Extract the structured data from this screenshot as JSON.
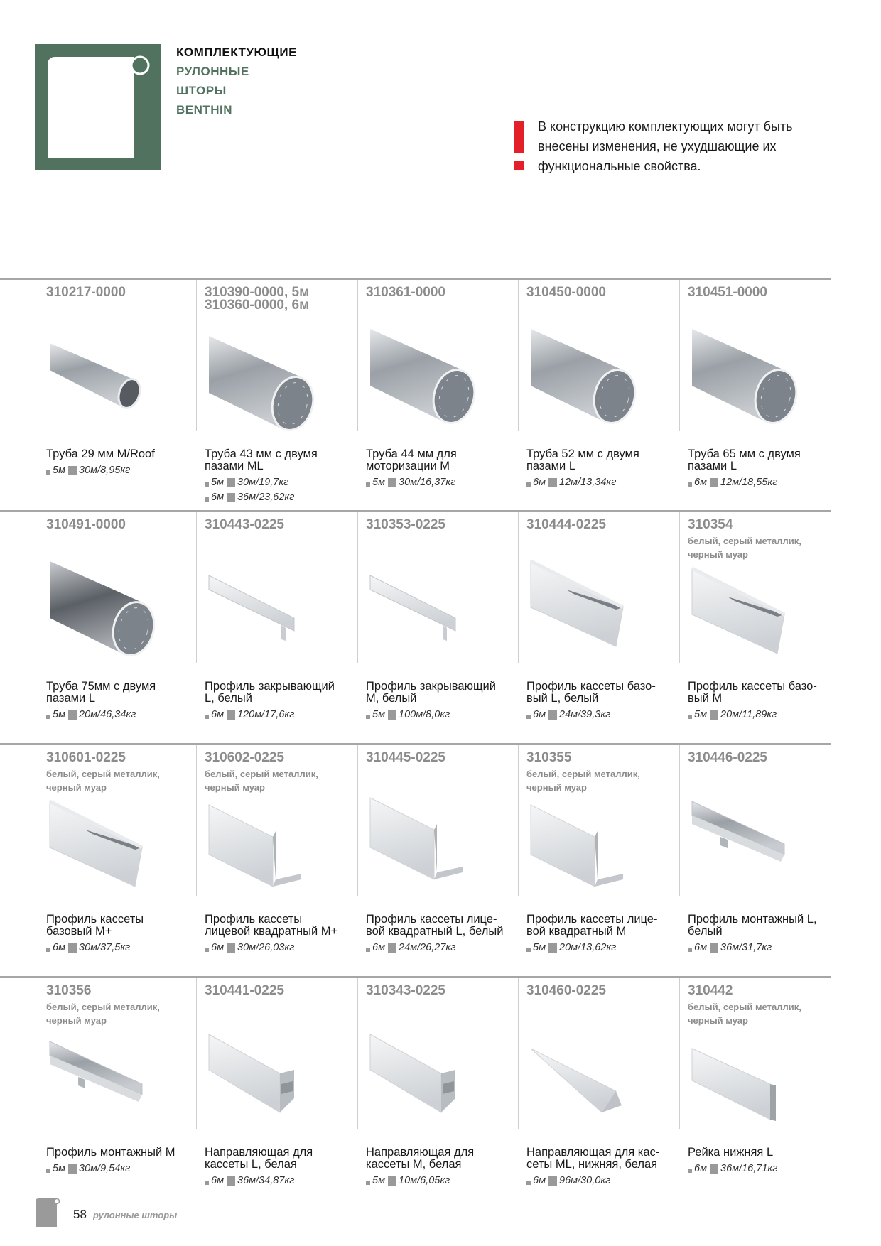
{
  "header": {
    "title_lines": [
      "КОМПЛЕКТУЮЩИЕ",
      "РУЛОННЫЕ",
      "ШТОРЫ",
      "BENTHIN"
    ],
    "brand_color": "#527260",
    "logo_icon": "roller-blind-logo-icon"
  },
  "notice": {
    "lines": [
      "В конструкцию комплектующих могут быть",
      "внесены изменения, не ухудшающие их",
      "функциональные свойства."
    ],
    "accent_color": "#e3202a"
  },
  "items": [
    {
      "code": [
        "310217-0000"
      ],
      "image": "tube-icon",
      "name": [
        "Труба 29 мм M/Roof"
      ],
      "specs": [
        {
          "len": "5м",
          "pack": "30м/8,95кг"
        }
      ]
    },
    {
      "code": [
        "310390-0000, 5м",
        "310360-0000, 6м"
      ],
      "image": "grooved-tube-icon",
      "name": [
        "Труба 43 мм с двумя",
        "пазами ML"
      ],
      "specs": [
        {
          "len": "5м",
          "pack": "30м/19,7кг"
        },
        {
          "len": "6м",
          "pack": "36м/23,62кг"
        }
      ]
    },
    {
      "code": [
        "310361-0000"
      ],
      "image": "grooved-tube-icon",
      "name": [
        "Труба 44 мм для",
        "моторизации М"
      ],
      "specs": [
        {
          "len": "5м",
          "pack": "30м/16,37кг"
        }
      ]
    },
    {
      "code": [
        "310450-0000"
      ],
      "image": "grooved-tube-icon",
      "name": [
        "Труба 52 мм с двумя",
        "пазами L"
      ],
      "specs": [
        {
          "len": "6м",
          "pack": "12м/13,34кг"
        }
      ]
    },
    {
      "code": [
        "310451-0000"
      ],
      "image": "grooved-tube-icon",
      "name": [
        "Труба 65 мм с двумя",
        "пазами L"
      ],
      "specs": [
        {
          "len": "6м",
          "pack": "12м/18,55кг"
        }
      ]
    },
    {
      "code": [
        "310491-0000"
      ],
      "image": "dark-grooved-tube-icon",
      "name": [
        "Труба 75мм с двумя",
        "пазами L"
      ],
      "specs": [
        {
          "len": "5м",
          "pack": "20м/46,34кг"
        }
      ]
    },
    {
      "code": [
        "310443-0225"
      ],
      "image": "cover-profile-icon",
      "name": [
        "Профиль закрывающий",
        "L, белый"
      ],
      "specs": [
        {
          "len": "6м",
          "pack": "120м/17,6кг"
        }
      ]
    },
    {
      "code": [
        "310353-0225"
      ],
      "image": "cover-profile-icon",
      "name": [
        "Профиль закрывающий",
        "М, белый"
      ],
      "specs": [
        {
          "len": "5м",
          "pack": "100м/8,0кг"
        }
      ]
    },
    {
      "code": [
        "310444-0225"
      ],
      "image": "cassette-profile-icon",
      "name": [
        "Профиль кассеты базо-",
        "вый L, белый"
      ],
      "specs": [
        {
          "len": "6м",
          "pack": "24м/39,3кг"
        }
      ]
    },
    {
      "code": [
        "310354"
      ],
      "colors": [
        "белый, серый металлик,",
        "черный муар"
      ],
      "image": "cassette-profile-icon",
      "name": [
        "Профиль кассеты базо-",
        "вый М"
      ],
      "specs": [
        {
          "len": "5м",
          "pack": "20м/11,89кг"
        }
      ]
    },
    {
      "code": [
        "310601-0225"
      ],
      "colors": [
        "белый, серый металлик,",
        "черный муар"
      ],
      "image": "cassette-profile-icon",
      "name": [
        "Профиль кассеты",
        "базовый М+"
      ],
      "specs": [
        {
          "len": "6м",
          "pack": "30м/37,5кг"
        }
      ]
    },
    {
      "code": [
        "310602-0225"
      ],
      "colors": [
        "белый, серый металлик,",
        "черный муар"
      ],
      "image": "front-profile-icon",
      "name": [
        "Профиль кассеты",
        "лицевой квадратный М+"
      ],
      "specs": [
        {
          "len": "6м",
          "pack": "30м/26,03кг"
        }
      ]
    },
    {
      "code": [
        "310445-0225"
      ],
      "image": "front-profile-icon",
      "name": [
        "Профиль кассеты лице-",
        "вой квадратный L, белый"
      ],
      "specs": [
        {
          "len": "6м",
          "pack": "24м/26,27кг"
        }
      ]
    },
    {
      "code": [
        "310355"
      ],
      "colors": [
        "белый, серый металлик,",
        "черный муар"
      ],
      "image": "front-profile-icon",
      "name": [
        "Профиль кассеты лице-",
        "вой квадратный М"
      ],
      "specs": [
        {
          "len": "5м",
          "pack": "20м/13,62кг"
        }
      ]
    },
    {
      "code": [
        "310446-0225"
      ],
      "image": "mounting-profile-icon",
      "name": [
        "Профиль монтажный L,",
        "белый"
      ],
      "specs": [
        {
          "len": "6м",
          "pack": "36м/31,7кг"
        }
      ]
    },
    {
      "code": [
        "310356"
      ],
      "colors": [
        "белый, серый металлик,",
        "черный муар"
      ],
      "image": "mounting-profile-icon",
      "name": [
        "Профиль монтажный М"
      ],
      "specs": [
        {
          "len": "5м",
          "pack": "30м/9,54кг"
        }
      ]
    },
    {
      "code": [
        "310441-0225"
      ],
      "image": "guide-profile-icon",
      "name": [
        "Направляющая для",
        "кассеты L, белая"
      ],
      "specs": [
        {
          "len": "6м",
          "pack": "36м/34,87кг"
        }
      ]
    },
    {
      "code": [
        "310343-0225"
      ],
      "image": "guide-profile-icon",
      "name": [
        "Направляющая для",
        "кассеты М, белая"
      ],
      "specs": [
        {
          "len": "5м",
          "pack": "10м/6,05кг"
        }
      ]
    },
    {
      "code": [
        "310460-0225"
      ],
      "image": "angle-profile-icon",
      "name": [
        "Направляющая для кас-",
        "сеты ML, нижняя, белая"
      ],
      "specs": [
        {
          "len": "6м",
          "pack": "96м/30,0кг"
        }
      ]
    },
    {
      "code": [
        "310442"
      ],
      "colors": [
        "белый, серый металлик,",
        "черный муар"
      ],
      "image": "bottom-rail-icon",
      "name": [
        "Рейка нижняя L"
      ],
      "specs": [
        {
          "len": "6м",
          "pack": "36м/16,71кг"
        }
      ]
    }
  ],
  "footer": {
    "page_number": "58",
    "section": "рулонные шторы"
  }
}
